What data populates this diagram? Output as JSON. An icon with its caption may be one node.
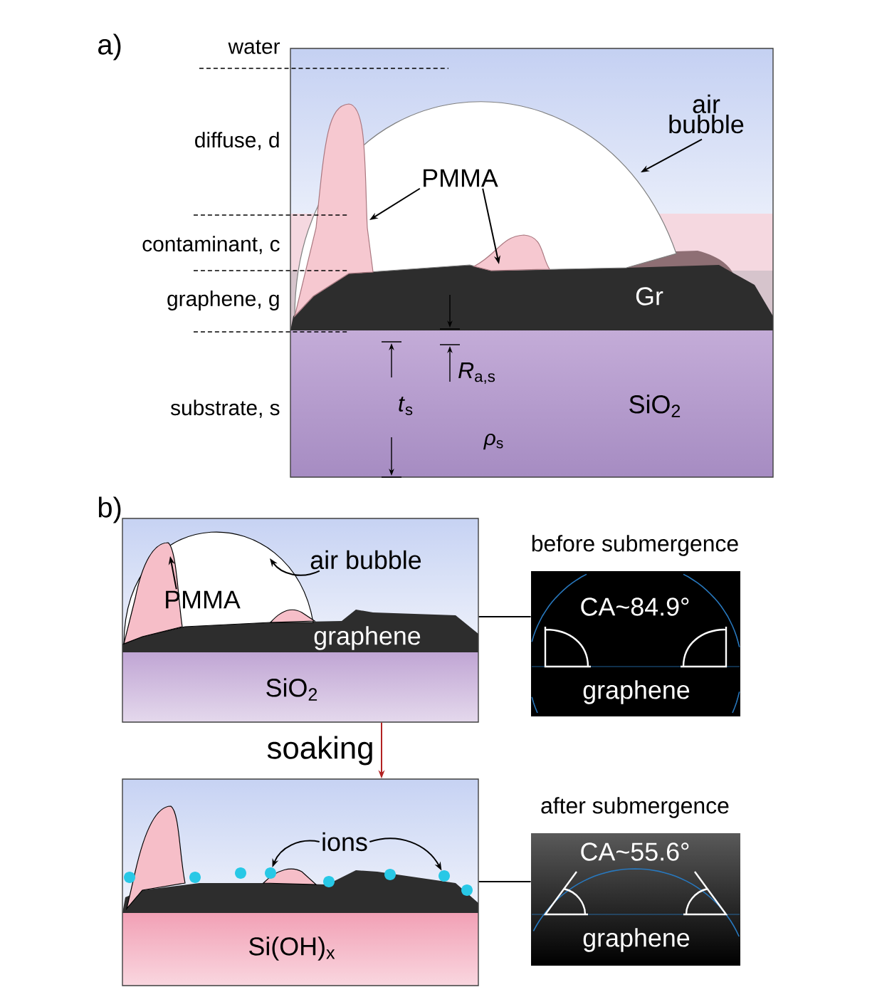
{
  "diagram": {
    "nodes": [
      {
        "text": [
          "Gr",
          "SiO$_{2}$"
        ]
      },
      {
        "text": [
          "air bubble"
        ],
        "in": 0
      },
      {
        "text": [],
        "shape": "bubble",
        "in": 0
      },
      {
        "text": [
          "PMMA"
        ],
        "in": 2
      },
      {
        "text": [],
        "shape": "blob",
        "in": 2
      },
      {
        "text": [],
        "shape": "blob",
        "in": 2
      },
      {
        "text": [
          "graphene",
          "SiO$_{2}$"
        ]
      },
      {
        "text": [
          "air bubble"
        ],
        "in": 6
      },
      {
        "text": [],
        "shape": "bubble",
        "in": 6
      },
      {
        "text": [
          "PMMA"
        ],
        "in": 8
      },
      {
        "text": [],
        "shape": "blob",
        "in": 8
      },
      {
        "text": [
          "before submergence",
          "CA~84.9°",
          "graphene"
        ]
      },
      {
        "text": [
          "Si(OH)$_{x}$"
        ]
      },
      {
        "text": [
          "ions"
        ],
        "in": 12
      },
      {
        "text": [],
        "shape": "circle",
        "in": 12
      },
      {
        "text": [],
        "shape": "circle",
        "in": 12
      },
      {
        "text": [],
        "shape": "circle",
        "in": 12
      },
      {
        "text": [],
        "shape": "circle",
        "in": 12
      },
      {
        "text": [],
        "shape": "circle",
        "in": 12
      },
      {
        "text": [],
        "shape": "circle",
        "in": 12
      },
      {
        "text": [],
        "shape": "circle",
        "in": 12
      },
      {
        "text": [],
        "shape": "circle",
        "in": 12
      },
      {
        "text": [
          "after submergence",
          "CA~55.6°",
          "graphene"
        ]
      }
    ],
    "edges": [
      {
        "from": 1,
        "to": 2,
        "arrow": "to"
      },
      {
        "from": 3,
        "to": 4,
        "arrow": "to"
      },
      {
        "from": 3,
        "to": 5,
        "arrow": "to"
      },
      {
        "from": 7,
        "to": 8,
        "arrow": "to"
      },
      {
        "from": 9,
        "to": 10,
        "arrow": "to"
      },
      {
        "from": 6,
        "to": 11,
        "arrow": "none"
      },
      {
        "from": 6,
        "to": 12,
        "arrow": "to",
        "label": "soaking",
        "color": "#b22222"
      },
      {
        "from": 13,
        "to": 17,
        "arrow": "to"
      },
      {
        "from": 13,
        "to": 20,
        "arrow": "to"
      },
      {
        "from": 12,
        "to": 22,
        "arrow": "none"
      }
    ],
    "labels": [
      "a)",
      "water",
      "diffuse, d",
      "contaminant, c",
      "graphene, g",
      "substrate, s",
      "*t*$_{s}$",
      "*R*$_{a,s}$",
      "*ρ*$_{s}$",
      "b)"
    ]
  }
}
